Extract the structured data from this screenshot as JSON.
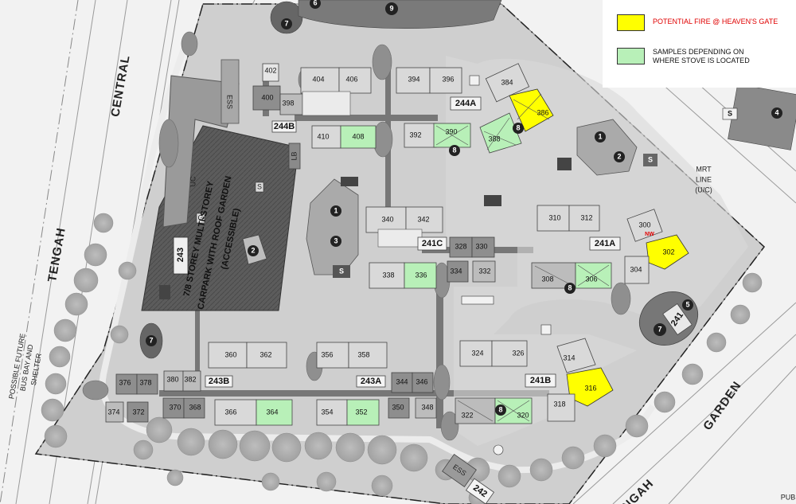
{
  "legend": {
    "fire": {
      "label": "POTENTIAL FIRE @ HEAVEN'S GATE",
      "color": "#ffff00",
      "text_color": "#e00000"
    },
    "samples": {
      "label": "SAMPLES DEPENDING ON WHERE STOVE IS LOCATED",
      "color": "#b8f0b8",
      "text_color": "#111111"
    }
  },
  "roads": {
    "central": "CENTRAL",
    "tengah_west": "TENGAH",
    "garden": "GARDEN",
    "tengah_south": "NGAH",
    "mrt": "MRT",
    "mrt_line": "LINE",
    "mrt_status": "(U/C)",
    "bus_l1": "POSSIBLE FUTURE",
    "bus_l2": "BUS BAY AND",
    "bus_l3": "SHELTER",
    "edge_bottom": "PUB"
  },
  "carpark": {
    "line1": "7/8 STOREY MULTI-STOREY",
    "line2": "CARPARK WITH ROOF GARDEN",
    "line3": "(ACCESSIBLE)",
    "block": "243",
    "uc": "UC",
    "ess": "ESS",
    "lb": "LB",
    "g": "G",
    "s": "S"
  },
  "blocks": {
    "b244b": "244B",
    "b244a": "244A",
    "b241c": "241C",
    "b241a": "241A",
    "b243b": "243B",
    "b243a": "243A",
    "b241b": "241B",
    "b241": "241",
    "b242": "242"
  },
  "units": {
    "u402": "402",
    "u404": "404",
    "u406": "406",
    "u400": "400",
    "u398": "398",
    "u410": "410",
    "u408": "408",
    "u394": "394",
    "u396": "396",
    "u384": "384",
    "u386": "386",
    "u392": "392",
    "u390": "390",
    "u388": "388",
    "u340": "340",
    "u342": "342",
    "u338": "338",
    "u336": "336",
    "u328": "328",
    "u330": "330",
    "u334": "334",
    "u332": "332",
    "u310": "310",
    "u312": "312",
    "u300": "300",
    "u302": "302",
    "u304": "304",
    "u308": "308",
    "u306": "306",
    "u360": "360",
    "u362": "362",
    "u356": "356",
    "u358": "358",
    "u376": "376",
    "u378": "378",
    "u380": "380",
    "u382": "382",
    "u374": "374",
    "u372": "372",
    "u370": "370",
    "u368": "368",
    "u366": "366",
    "u364": "364",
    "u354": "354",
    "u352": "352",
    "u344": "344",
    "u346": "346",
    "u350": "350",
    "u348": "348",
    "u324": "324",
    "u326": "326",
    "u314": "314",
    "u316": "316",
    "u318": "318",
    "u322": "322",
    "u320": "320"
  },
  "markers": {
    "m1": "1",
    "m2": "2",
    "m3": "3",
    "m4": "4",
    "m5": "5",
    "m6": "6",
    "m7": "7",
    "m8": "8",
    "m9": "9",
    "s": "S",
    "nw": "NW",
    "ess": "ESS"
  }
}
